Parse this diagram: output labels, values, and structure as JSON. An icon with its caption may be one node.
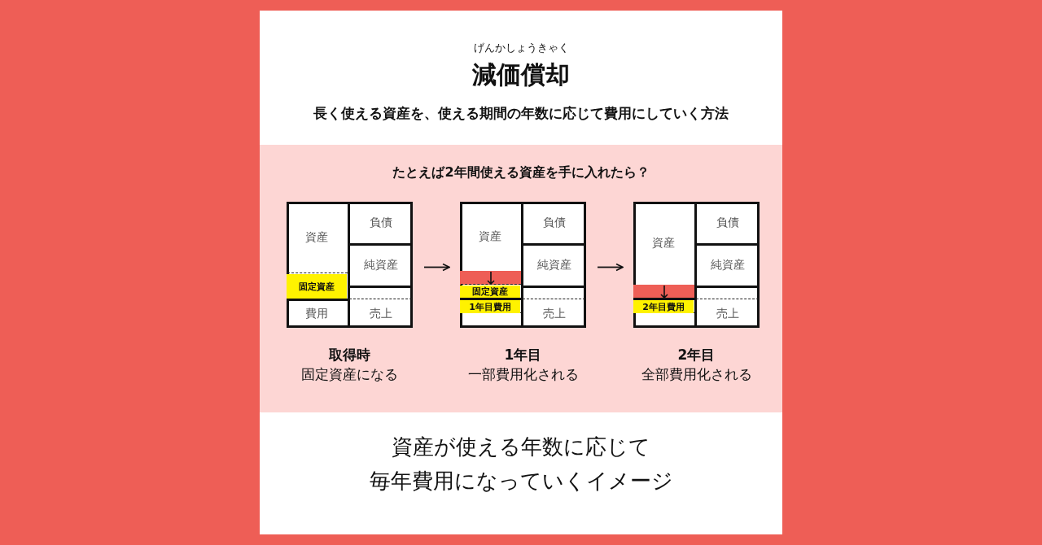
{
  "diagram": {
    "title": "減価償却",
    "nodes": [
      {
        "text": [],
        "shape": "box",
        "beside": [
          "取得時",
          "固定資産になる"
        ]
      },
      {
        "text": [
          "資産"
        ],
        "in": 0
      },
      {
        "text": [
          "固定資産"
        ],
        "in": 0
      },
      {
        "text": [
          "費用"
        ],
        "in": 0
      },
      {
        "text": [
          "負債"
        ],
        "in": 0
      },
      {
        "text": [
          "純資産"
        ],
        "in": 0
      },
      {
        "text": [
          "売上"
        ],
        "in": 0
      },
      {
        "text": [],
        "shape": "box",
        "beside": [
          "1年目",
          "一部費用化される"
        ]
      },
      {
        "text": [
          "資産"
        ],
        "in": 7
      },
      {
        "text": [
          "固定資産"
        ],
        "in": 7
      },
      {
        "text": [
          "1年目費用"
        ],
        "in": 7
      },
      {
        "text": [
          "負債"
        ],
        "in": 7
      },
      {
        "text": [
          "純資産"
        ],
        "in": 7
      },
      {
        "text": [
          "売上"
        ],
        "in": 7
      },
      {
        "text": [],
        "shape": "box",
        "beside": [
          "2年目",
          "全部費用化される"
        ]
      },
      {
        "text": [
          "資産"
        ],
        "in": 14
      },
      {
        "text": [
          "2年目費用"
        ],
        "in": 14
      },
      {
        "text": [
          "負債"
        ],
        "in": 14
      },
      {
        "text": [
          "純資産"
        ],
        "in": 14
      },
      {
        "text": [
          "売上"
        ],
        "in": 14
      }
    ],
    "edges": [
      {
        "from": 0,
        "to": 7,
        "arrow": "to"
      },
      {
        "from": 7,
        "to": 14,
        "arrow": "to"
      }
    ],
    "labels": [
      "げんかしょうきゃく",
      "長く使える資産を、使える期間の年数に応じて費用にしていく方法",
      "たとえば2年間使える資産を手に入れたら？",
      "資産が使える年数に応じて",
      "毎年費用になっていくイメージ"
    ]
  }
}
